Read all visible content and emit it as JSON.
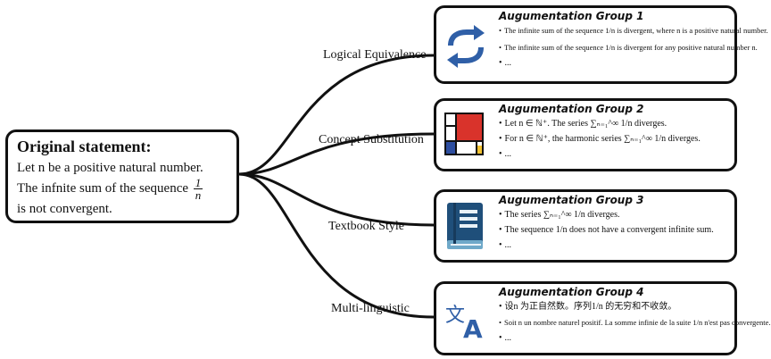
{
  "original": {
    "title": "Original statement:",
    "line1": "Let n be a positive natural number.",
    "line2": "The infnite sum of the sequence",
    "frac_num": "1",
    "frac_den": "n",
    "line3": "is not convergent."
  },
  "branches": [
    {
      "label": "Logical Equivalence"
    },
    {
      "label": "Concept Substitution"
    },
    {
      "label": "Textbook Style"
    },
    {
      "label": "Multi-linguistic"
    }
  ],
  "groups": [
    {
      "title": "Augumentation Group 1",
      "icon": "refresh-arrows-icon",
      "bullets": [
        "The infinite sum of the sequence 1/n is divergent, where n is a positive natural number.",
        "The infinite sum of the sequence 1/n is divergent for any positive natural number n.",
        "..."
      ]
    },
    {
      "title": "Augumentation Group 2",
      "icon": "mondrian-painting-icon",
      "bullets": [
        "Let n ∈ ℕ⁺.  The series ∑ₙ₌₁^∞ 1/n diverges.",
        "For n ∈ ℕ⁺, the harmonic series ∑ₙ₌₁^∞ 1/n diverges.",
        "..."
      ]
    },
    {
      "title": "Augumentation Group 3",
      "icon": "textbook-icon",
      "bullets": [
        "The series ∑ₙ₌₁^∞ 1/n diverges.",
        "The sequence 1/n does not have a convergent infinite sum.",
        "..."
      ]
    },
    {
      "title": "Augumentation Group 4",
      "icon": "translate-icon",
      "bullets": [
        "设n 为正自然数。序列1/n 的无穷和不收敛。",
        "Soit n un nombre naturel positif. La somme infinie de la suite 1/n n'est pas convergente.",
        "..."
      ]
    }
  ],
  "colors": {
    "refresh": "#2f5fa7",
    "mondrian_red": "#d9332b",
    "mondrian_blue": "#2d4ea0",
    "mondrian_yellow": "#f2c230",
    "book": "#1f4f7a",
    "translate": "#2f5fa7"
  }
}
